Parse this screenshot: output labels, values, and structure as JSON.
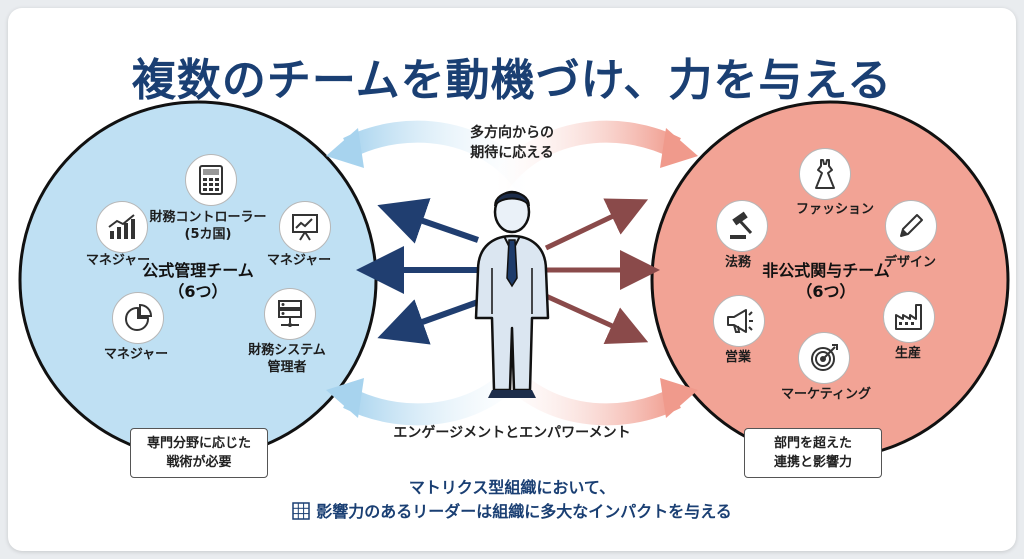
{
  "title": "複数のチームを動機づけ、力を与える",
  "top_label_line1": "多方向からの",
  "top_label_line2": "期待に応える",
  "bottom_label": "エンゲージメントとエンパワーメント",
  "left_team": {
    "name": "公式管理チーム",
    "count": "（6つ）",
    "members": {
      "finance_controller_line1": "財務コントローラー",
      "finance_controller_line2": "(5カ国)",
      "manager_top_left": "マネジャー",
      "manager_right": "マネジャー",
      "manager_bottom_left": "マネジャー",
      "finance_system_line1": "財務システム",
      "finance_system_line2": "管理者"
    },
    "note_line1": "専門分野に応じた",
    "note_line2": "戦術が必要"
  },
  "right_team": {
    "name": "非公式関与チーム",
    "count": "（6つ）",
    "members": {
      "fashion": "ファッション",
      "legal": "法務",
      "design": "デザイン",
      "sales": "営業",
      "production": "生産",
      "marketing": "マーケティング"
    },
    "note_line1": "部門を超えた",
    "note_line2": "連携と影響力"
  },
  "footer_line1": "マトリクス型組織において、",
  "footer_line2": "影響力のあるリーダーは組織に多大なインパクトを与える",
  "colors": {
    "title": "#1a3f73",
    "left_circle": "#bfe0f3",
    "right_circle": "#f2a395",
    "navy_arrow": "#203e70",
    "red_arrow": "#8a4a4a"
  }
}
